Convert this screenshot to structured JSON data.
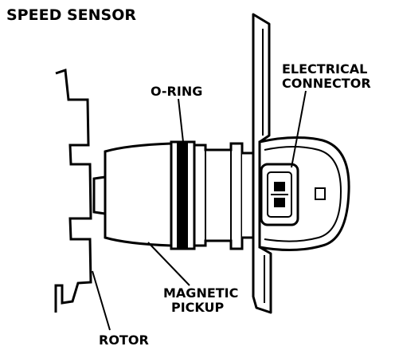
{
  "title": "SPEED SENSOR",
  "labels": {
    "o_ring": "O-RING",
    "electrical_connector_line1": "ELECTRICAL",
    "electrical_connector_line2": "CONNECTOR",
    "magnetic_pickup_line1": "MAGNETIC",
    "magnetic_pickup_line2": "PICKUP",
    "rotor": "ROTOR"
  }
}
